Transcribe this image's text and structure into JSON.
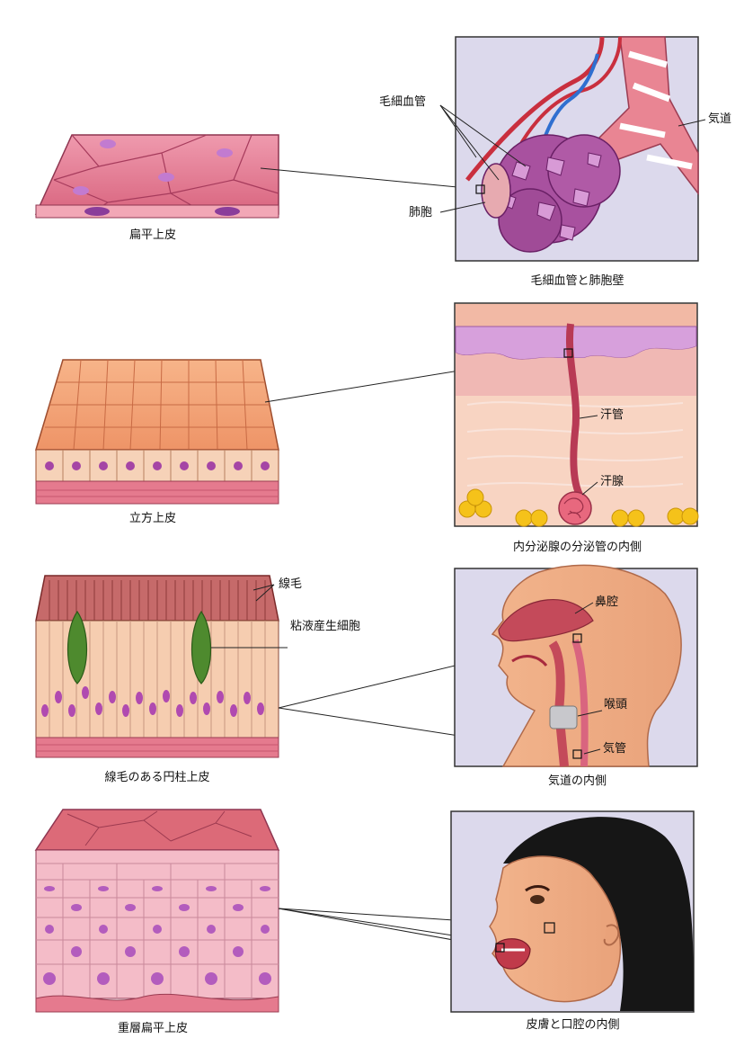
{
  "rows": [
    {
      "tissue_caption": "扁平上皮",
      "organ_caption": "毛細血管と肺胞壁",
      "labels": {
        "capillary": "毛細血管",
        "airway": "気道",
        "alveolus": "肺胞"
      }
    },
    {
      "tissue_caption": "立方上皮",
      "organ_caption": "内分泌腺の分泌管の内側",
      "labels": {
        "sweat_duct": "汗管",
        "sweat_gland": "汗腺"
      }
    },
    {
      "tissue_caption": "線毛のある円柱上皮",
      "organ_caption": "気道の内側",
      "labels": {
        "cilia": "線毛",
        "goblet": "粘液産生細胞",
        "nasal_cavity": "鼻腔",
        "larynx": "喉頭",
        "trachea": "気管"
      }
    },
    {
      "tissue_caption": "重層扁平上皮",
      "organ_caption": "皮膚と口腔の内側",
      "labels": {}
    }
  ]
}
